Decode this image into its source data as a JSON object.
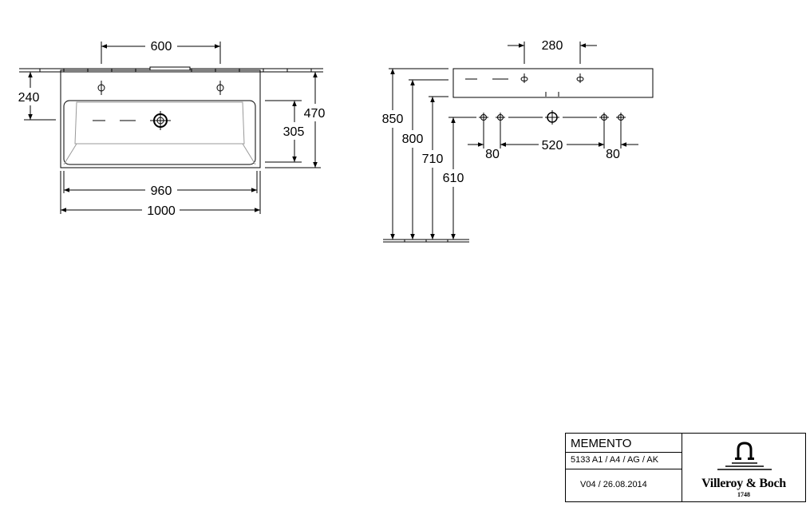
{
  "front_view": {
    "dim_tap_spacing": "600",
    "dim_tap_height": "240",
    "dim_total_depth": "470",
    "dim_bowl_depth": "305",
    "dim_inner_width": "960",
    "dim_total_width": "1000"
  },
  "side_view": {
    "dim_depth": "280",
    "dim_height_850": "850",
    "dim_height_800": "800",
    "dim_height_710": "710",
    "dim_height_610": "610",
    "dim_left_80": "80",
    "dim_hole_spacing": "520",
    "dim_right_80": "80"
  },
  "title_block": {
    "product": "MEMENTO",
    "article": "5133 A1 / A4 / AG / AK",
    "version": "V04 / 26.08.2014",
    "brand": "Villeroy & Boch",
    "year": "1748"
  }
}
